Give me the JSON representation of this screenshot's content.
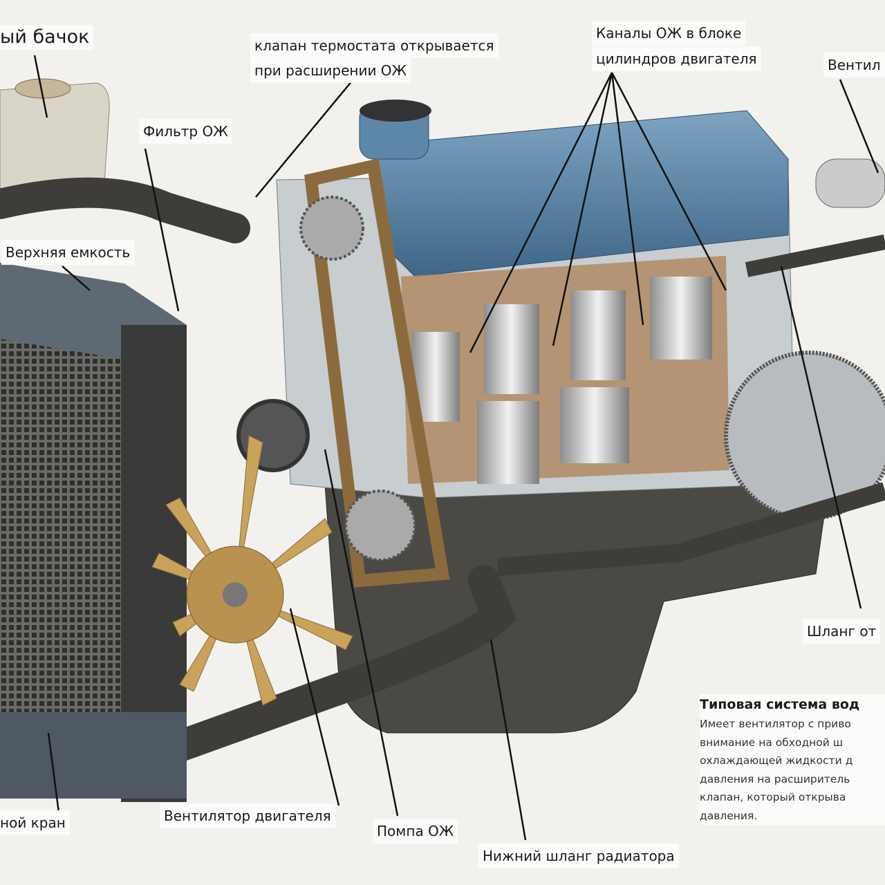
{
  "labels": {
    "reservoir": "ый бачок",
    "thermostat_line1": "клапан термостата открывается",
    "thermostat_line2": "при  расширении ОЖ",
    "channels_line1": "Каналы ОЖ в блоке",
    "channels_line2": "цилиндров двигателя",
    "fan_right": "Вентил",
    "filter": "Фильтр ОЖ",
    "upper_tank": "Верхняя емкость",
    "hose_right": "Шланг от",
    "drain": "ной кран",
    "engine_fan": "Вентилятор двигателя",
    "pump": "Помпа ОЖ",
    "lower_hose": "Нижний шланг радиатора"
  },
  "description": {
    "title": "Типовая система вод",
    "lines": [
      "Имеет вентилятор с приво",
      "внимание на обходной ш",
      "охлаждающей жидкости д",
      "давления на расширитель",
      "клапан, который открыва",
      "давления."
    ]
  },
  "colors": {
    "head": "#5d87a8",
    "block": "#c8cdd0",
    "hose": "#3f3d3a",
    "radiator": "#4a4a48",
    "fan": "#c9a35c",
    "pan": "#4b4944"
  }
}
